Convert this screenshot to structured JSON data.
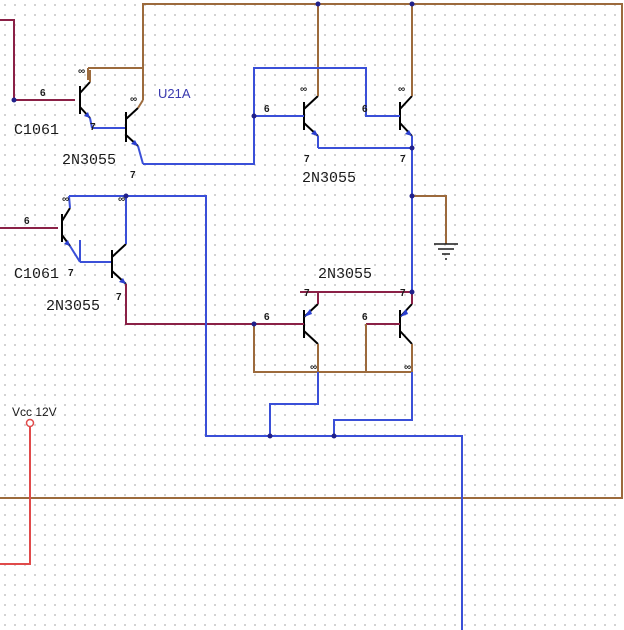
{
  "labels": {
    "u21a": "U21A",
    "c1061_top": "C1061",
    "c1061_bottom": "C1061",
    "q_top_left": "2N3055",
    "q_top_right": "2N3055",
    "q_bottom_right": "2N3055",
    "q_bottom_left": "2N3055",
    "vcc": "Vcc 12V"
  },
  "pins": {
    "base": "6",
    "emitter": "7",
    "collector": "∞"
  },
  "colors": {
    "wire_brown": "#9c6a3c",
    "wire_blue": "#3a4fd8",
    "wire_red": "#e04a4a",
    "wire_maroon": "#8a2046"
  }
}
